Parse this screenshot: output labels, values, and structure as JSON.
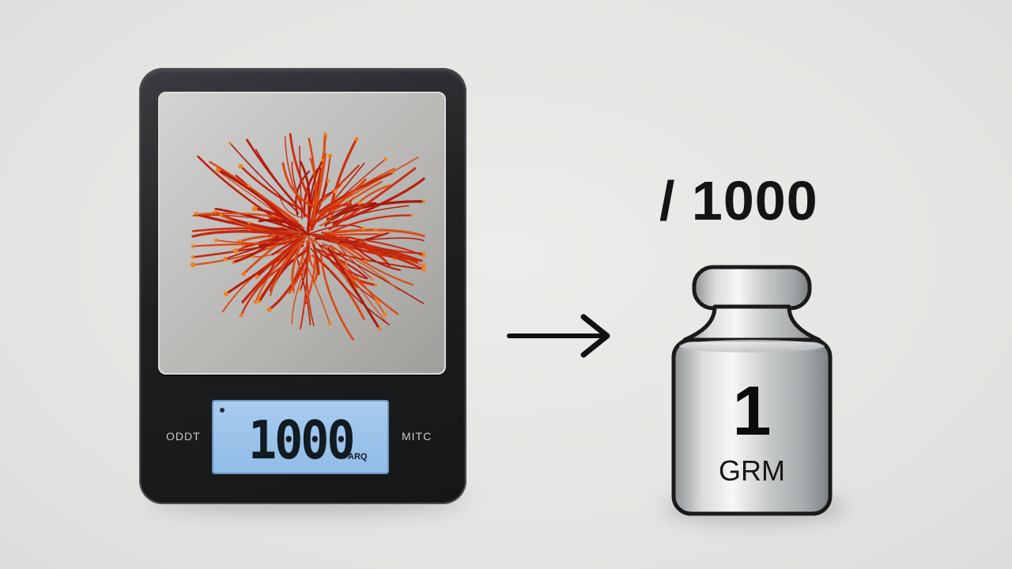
{
  "scale": {
    "display_value": "1000",
    "display_unit": "ARQ",
    "left_button_label": "ODDT",
    "right_button_label": "MITC",
    "contents": "saffron-threads"
  },
  "arrow": {
    "icon": "right-arrow-icon"
  },
  "equation": {
    "divisor_text": "/ 1000"
  },
  "weight": {
    "number": "1",
    "unit": "GRM"
  },
  "colors": {
    "background": "#e6e7e4",
    "scale_body": "#1e1f21",
    "lcd": "#9fc6ee",
    "saffron": "#c8280f",
    "weight_metal": "#c9cbcc"
  }
}
